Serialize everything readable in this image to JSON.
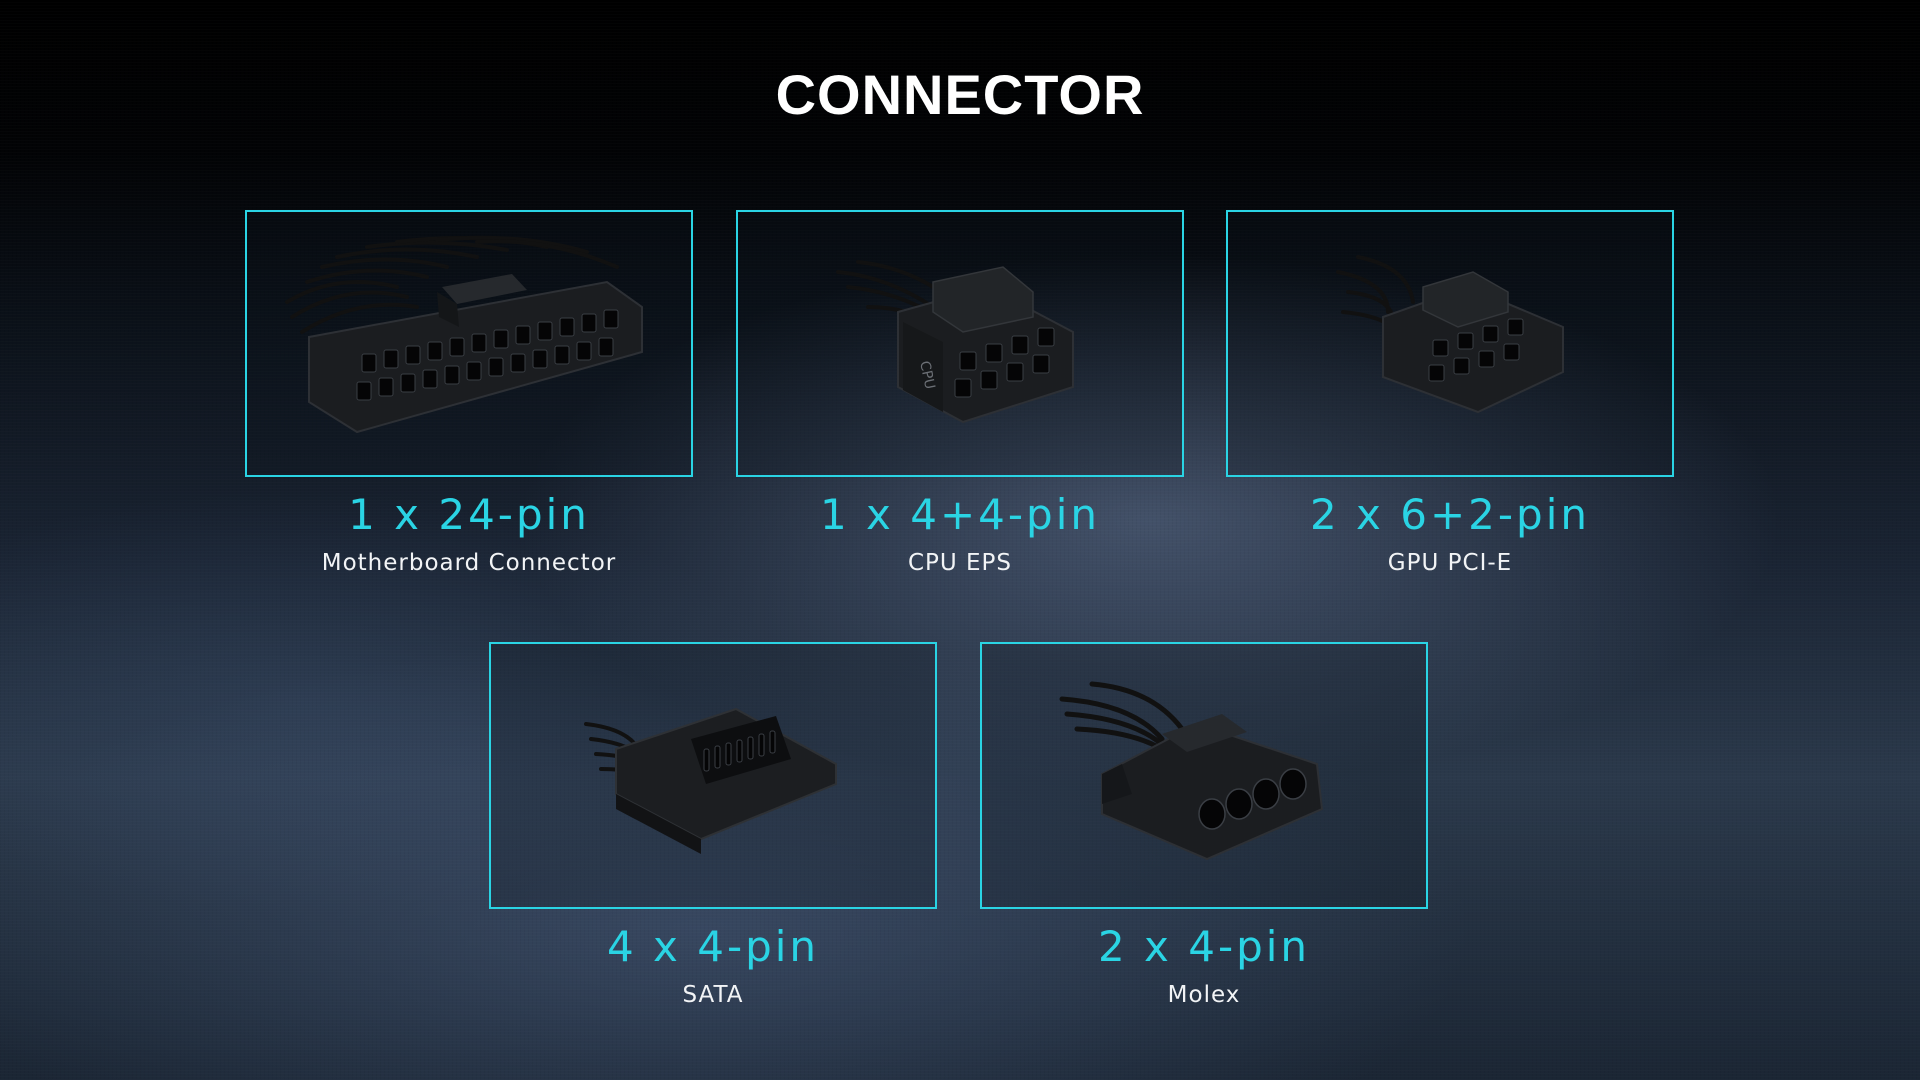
{
  "page": {
    "title": "CONNECTOR",
    "accent_color": "#2ad4e4"
  },
  "connectors": [
    {
      "count": "1 x 24-pin",
      "name": "Motherboard Connector",
      "icon": "atx-24-pin-connector-icon"
    },
    {
      "count": "1 x 4+4-pin",
      "name": "CPU EPS",
      "icon": "cpu-eps-connector-icon",
      "housing_text": "CPU"
    },
    {
      "count": "2 x 6+2-pin",
      "name": "GPU PCI-E",
      "icon": "pcie-connector-icon"
    },
    {
      "count": "4 x 4-pin",
      "name": "SATA",
      "icon": "sata-connector-icon"
    },
    {
      "count": "2 x 4-pin",
      "name": "Molex",
      "icon": "molex-connector-icon"
    }
  ]
}
